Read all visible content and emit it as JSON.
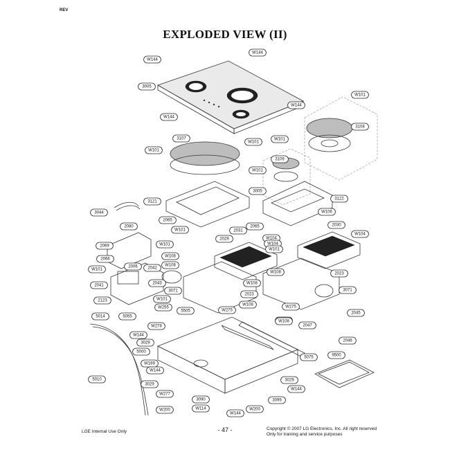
{
  "corner_mark": "REV",
  "title": "EXPLODED VIEW (II)",
  "footer": {
    "left": "LGE Internal Use Only",
    "page": "- 47 -",
    "copyright_line1": "Copyright © 2007 LG Electronics. Inc. All right reserved",
    "copyright_line2": "Only for training and service purposes"
  },
  "callouts": [
    "W144",
    "W144",
    "3005",
    "W144",
    "W144",
    "W101",
    "3108",
    "3107",
    "W101",
    "W101",
    "W101",
    "3109",
    "W101",
    "3005",
    "3121",
    "3122",
    "3044",
    "2065",
    "W101",
    "2065",
    "W106",
    "2080",
    "2031",
    "2030",
    "W104",
    "W101",
    "2029",
    "W104",
    "W104",
    "2069",
    "W108",
    "W101",
    "W108",
    "2066",
    "W108",
    "2023",
    "W101",
    "2006",
    "2042",
    "2023",
    "W108",
    "3071",
    "2041",
    "W101",
    "2043",
    "W101",
    "3071",
    "2123",
    "W255",
    "5505",
    "W275",
    "W275",
    "5014",
    "5055",
    "W108",
    "2045",
    "W278",
    "W108",
    "2047",
    "W144",
    "2046",
    "3029",
    "5000",
    "5075",
    "W169",
    "5010",
    "W144",
    "3029",
    "9500",
    "3029",
    "W277",
    "3090",
    "W144",
    "W200",
    "W114",
    "3099",
    "W144",
    "W200"
  ]
}
